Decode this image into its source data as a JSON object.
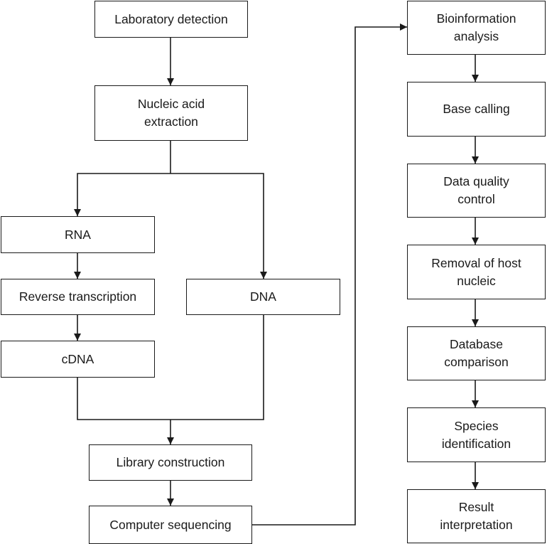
{
  "diagram": {
    "nodes": {
      "laboratory_detection": "Laboratory detection",
      "nucleic_acid_extraction": "Nucleic acid\nextraction",
      "rna": "RNA",
      "reverse_transcription": "Reverse transcription",
      "cdna": "cDNA",
      "dna": "DNA",
      "library_construction": "Library construction",
      "computer_sequencing": "Computer sequencing",
      "bioinformation_analysis": "Bioinformation\nanalysis",
      "base_calling": "Base calling",
      "data_quality_control": "Data quality\ncontrol",
      "removal_of_host_nucleic": "Removal of host\nnucleic",
      "database_comparison": "Database\ncomparison",
      "species_identification": "Species\nidentification",
      "result_interpretation": "Result\ninterpretation"
    }
  }
}
